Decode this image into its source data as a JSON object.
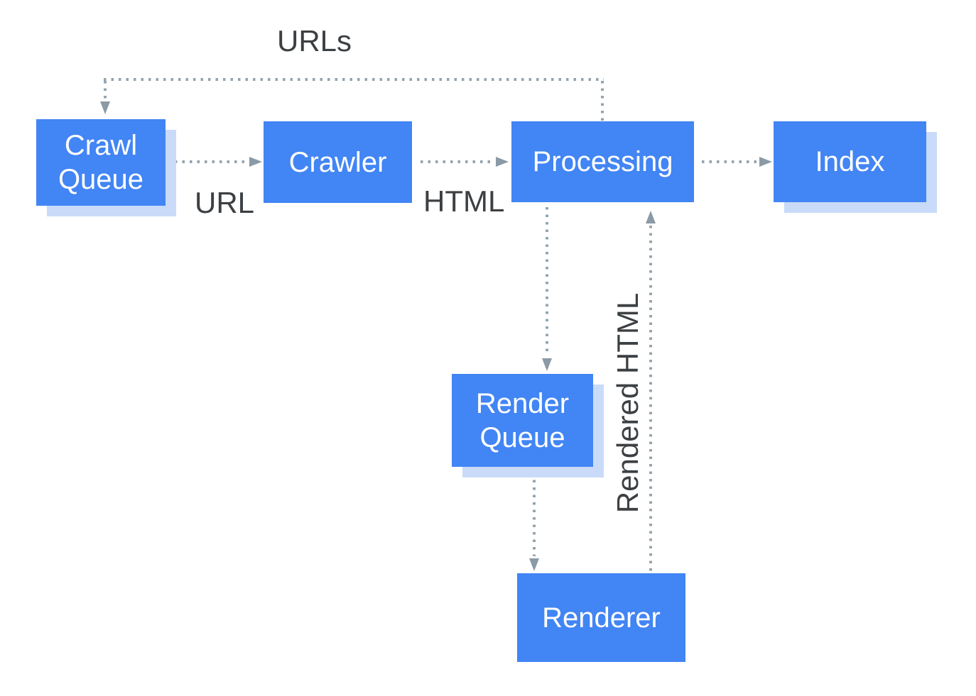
{
  "diagram": {
    "type": "flowchart",
    "description": "Crawl, render and index pipeline",
    "colors": {
      "node_fill": "#4285f4",
      "node_text": "#ffffff",
      "node_shadow": "#c9dbf8",
      "edge_dots": "#93a4af",
      "arrowhead": "#8a9aa6",
      "label_text": "#3c4043",
      "background": "#ffffff"
    },
    "nodes": {
      "crawl_queue": {
        "label": "Crawl Queue"
      },
      "crawler": {
        "label": "Crawler"
      },
      "processing": {
        "label": "Processing"
      },
      "index": {
        "label": "Index"
      },
      "render_queue": {
        "label": "Render Queue"
      },
      "renderer": {
        "label": "Renderer"
      }
    },
    "edges": {
      "urls": {
        "from": "Processing",
        "to": "Crawl Queue",
        "label": "URLs",
        "style": "dotted"
      },
      "url": {
        "from": "Crawl Queue",
        "to": "Crawler",
        "label": "URL",
        "style": "dotted"
      },
      "html": {
        "from": "Crawler",
        "to": "Processing",
        "label": "HTML",
        "style": "dotted"
      },
      "processing_to_index": {
        "from": "Processing",
        "to": "Index",
        "label": "",
        "style": "dotted"
      },
      "processing_to_render_queue": {
        "from": "Processing",
        "to": "Render Queue",
        "label": "",
        "style": "dotted"
      },
      "render_queue_to_renderer": {
        "from": "Render Queue",
        "to": "Renderer",
        "label": "",
        "style": "dotted"
      },
      "rendered_html": {
        "from": "Renderer",
        "to": "Processing",
        "label": "Rendered HTML",
        "style": "dotted"
      }
    }
  }
}
